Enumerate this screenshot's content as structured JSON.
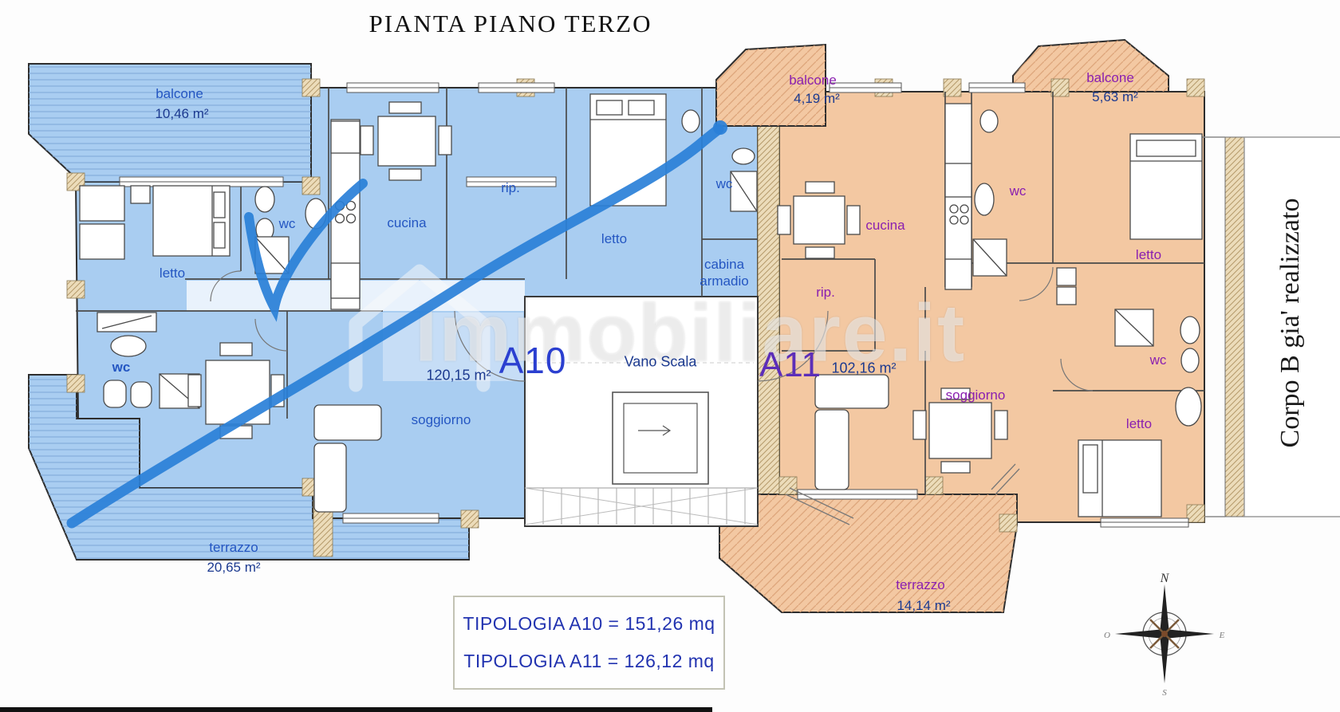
{
  "title": "PIANTA PIANO TERZO",
  "watermark": "Immobiliare.it",
  "stairwell": {
    "label": "Vano Scala"
  },
  "corpo_b": {
    "label": "Corpo B gia' realizzato"
  },
  "legend": {
    "line_a10": "TIPOLOGIA  A10 = 151,26 mq",
    "line_a11": "TIPOLOGIA  A11 = 126,12 mq"
  },
  "compass": {
    "n": "N",
    "e": "E",
    "s": "S",
    "o": "O"
  },
  "a10": {
    "code": "A10",
    "area": "120,15 m²",
    "balcone": {
      "label": "balcone",
      "area": "10,46 m²"
    },
    "terrazzo": {
      "label": "terrazzo",
      "area": "20,65 m²"
    },
    "letto1": "letto",
    "letto2": "letto",
    "wc1": "wc",
    "wc2": "wc",
    "wc3": "wc",
    "cucina": "cucina",
    "rip": "rip.",
    "cabina": "cabina armadio",
    "soggiorno": "soggiorno"
  },
  "a11": {
    "code": "A11",
    "area": "102,16 m²",
    "balcone1": {
      "label": "balcone",
      "area": "4,19 m²"
    },
    "balcone2": {
      "label": "balcone",
      "area": "5,63 m²"
    },
    "terrazzo": {
      "label": "terrazzo",
      "area": "14,14 m²"
    },
    "cucina": "cucina",
    "wc1": "wc",
    "wc2": "wc",
    "letto1": "letto",
    "letto2": "letto",
    "rip": "rip.",
    "soggiorno": "soggiorno"
  },
  "colors": {
    "a10_fill": "#a9cdf1",
    "a11_fill": "#f3c8a2",
    "a10_label": "#2456c2",
    "a11_label": "#8a1fb0",
    "area_text": "#1c3a90",
    "a10_code": "#2b3fd0",
    "a11_code": "#5c2eb8",
    "legend_text": "#2233b0",
    "marker": "#2a80d8"
  }
}
